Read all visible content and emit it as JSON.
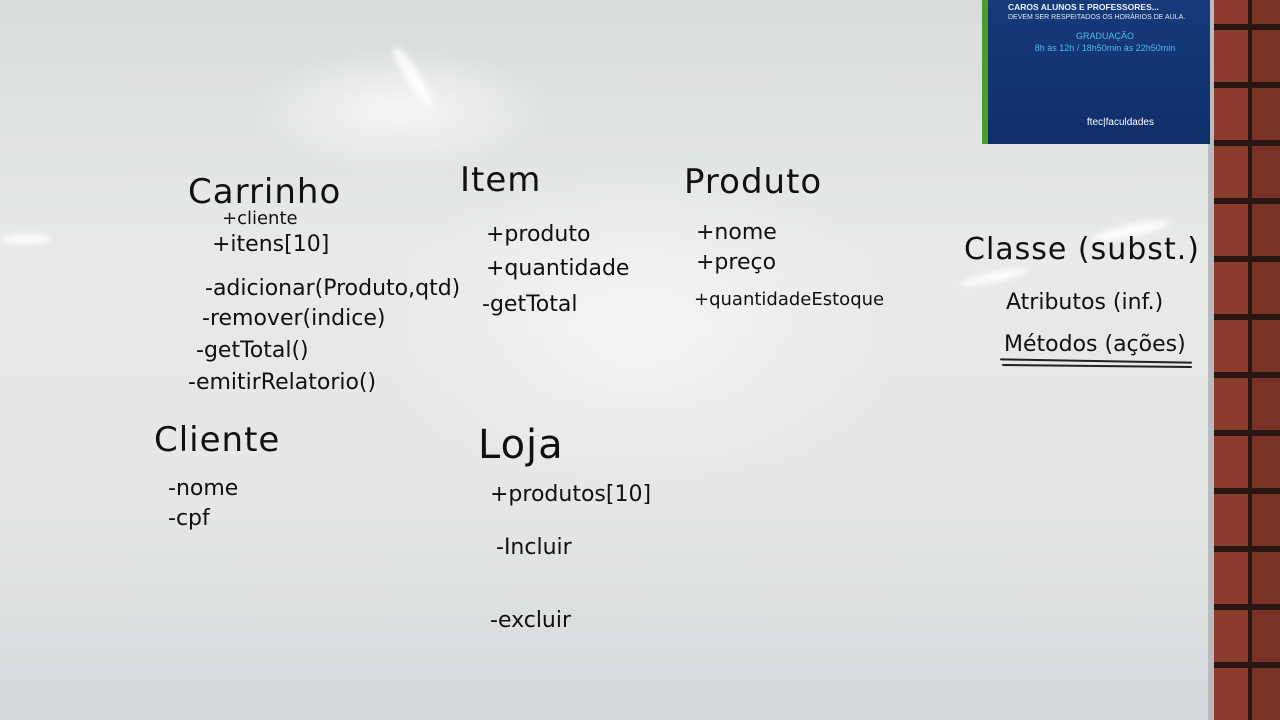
{
  "poster": {
    "heading": "CAROS ALUNOS E PROFESSORES...",
    "subheading": "DEVEM SER RESPEITADOS OS HORÁRIOS DE AULA.",
    "graduacao": "GRADUAÇÃO",
    "hours": "8h às 12h  /  18h50min às 22h50min",
    "logo": "ftec|faculdades"
  },
  "board": {
    "carrinho": {
      "title": "Carrinho",
      "lines": [
        "+cliente",
        "+itens[10]",
        "-adicionar(Produto,qtd)",
        "-remover(indice)",
        "-getTotal()",
        "-emitirRelatorio()"
      ]
    },
    "item": {
      "title": "Item",
      "lines": [
        "+produto",
        "+quantidade",
        "-getTotal"
      ]
    },
    "produto": {
      "title": "Produto",
      "lines": [
        "+nome",
        "+preço",
        "+quantidadeEstoque"
      ]
    },
    "classe": {
      "title": "Classe (subst.)",
      "lines": [
        "Atributos (inf.)",
        "Métodos (ações)"
      ]
    },
    "cliente": {
      "title": "Cliente",
      "lines": [
        "-nome",
        "-cpf"
      ]
    },
    "loja": {
      "title": "Loja",
      "lines": [
        "+produtos[10]",
        "-Incluir",
        "-excluir"
      ]
    }
  }
}
